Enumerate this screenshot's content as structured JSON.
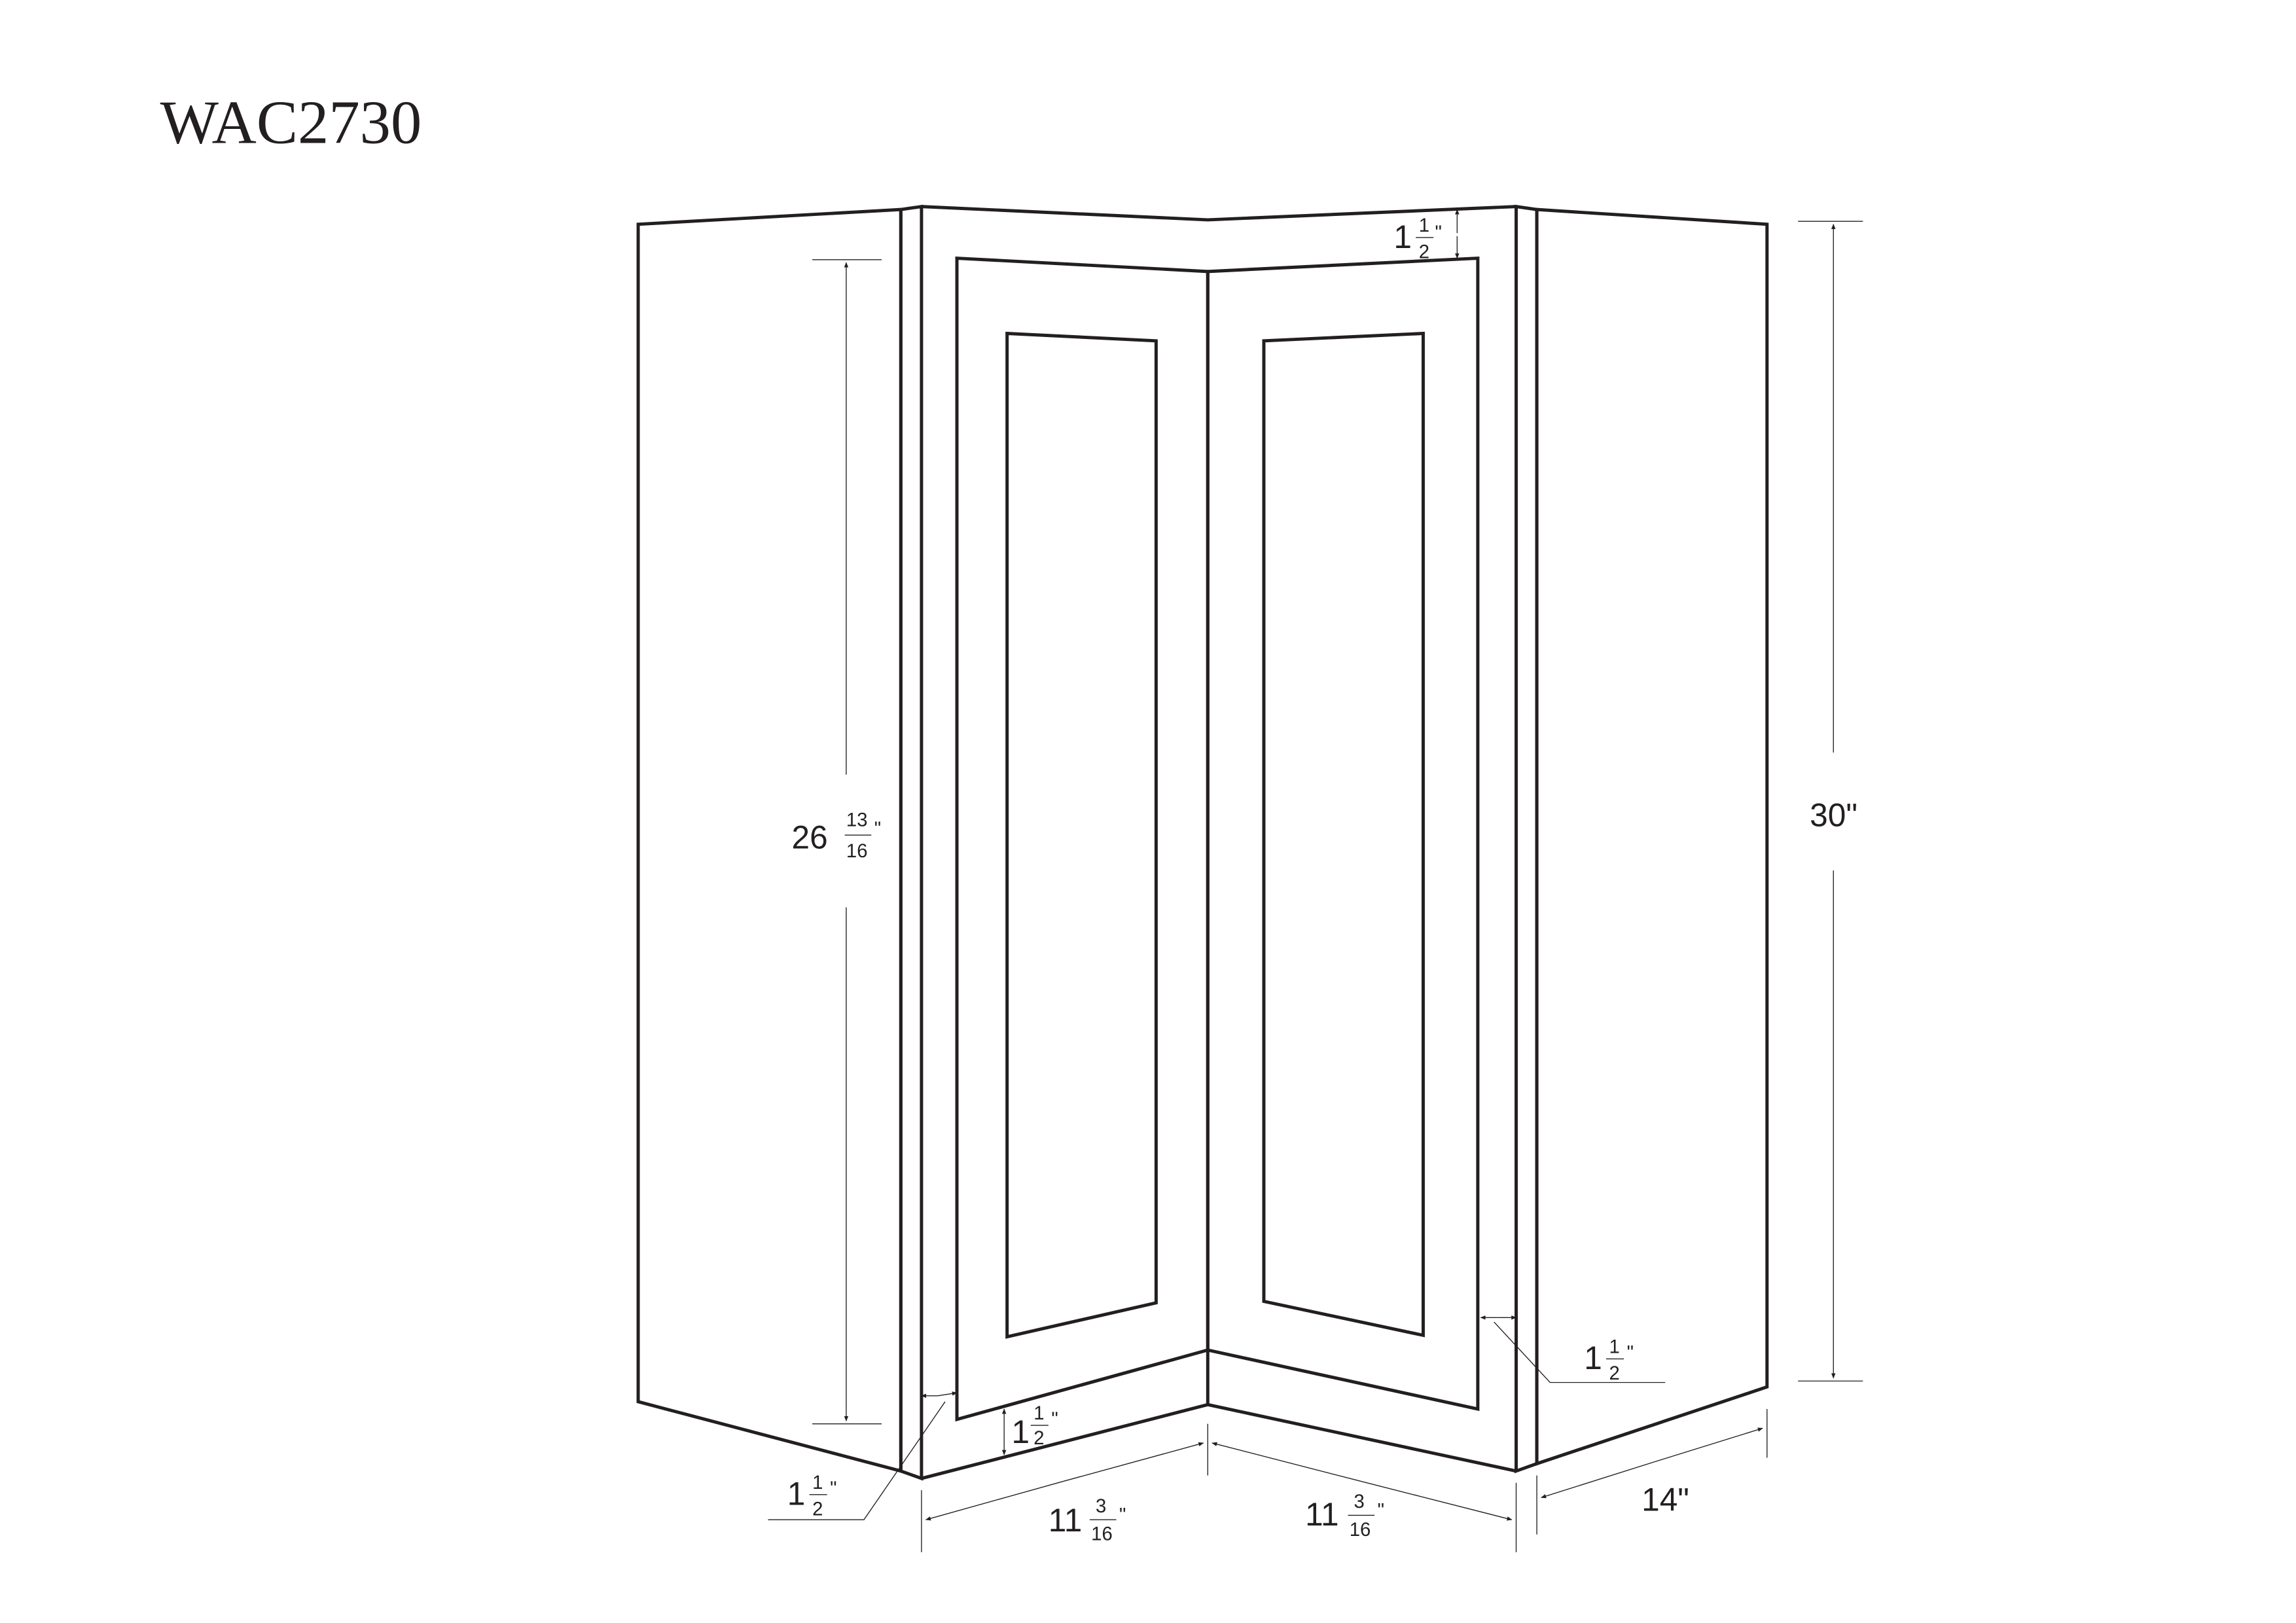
{
  "title": "WAC2730",
  "line_color": "#231f20",
  "dimensions": {
    "door_height": {
      "whole": "26",
      "num": "13",
      "den": "16",
      "unit": "\""
    },
    "total_height": {
      "text": "30\""
    },
    "top_rail": {
      "whole": "1",
      "num": "1",
      "den": "2",
      "unit": "\""
    },
    "right_stile": {
      "whole": "1",
      "num": "1",
      "den": "2",
      "unit": "\""
    },
    "left_stile": {
      "whole": "1",
      "num": "1",
      "den": "2",
      "unit": "\""
    },
    "bottom_rail": {
      "whole": "1",
      "num": "1",
      "den": "2",
      "unit": "\""
    },
    "left_width": {
      "whole": "11",
      "num": "3",
      "den": "16",
      "unit": "\""
    },
    "right_width": {
      "whole": "11",
      "num": "3",
      "den": "16",
      "unit": "\""
    },
    "depth": {
      "text": "14\""
    }
  }
}
